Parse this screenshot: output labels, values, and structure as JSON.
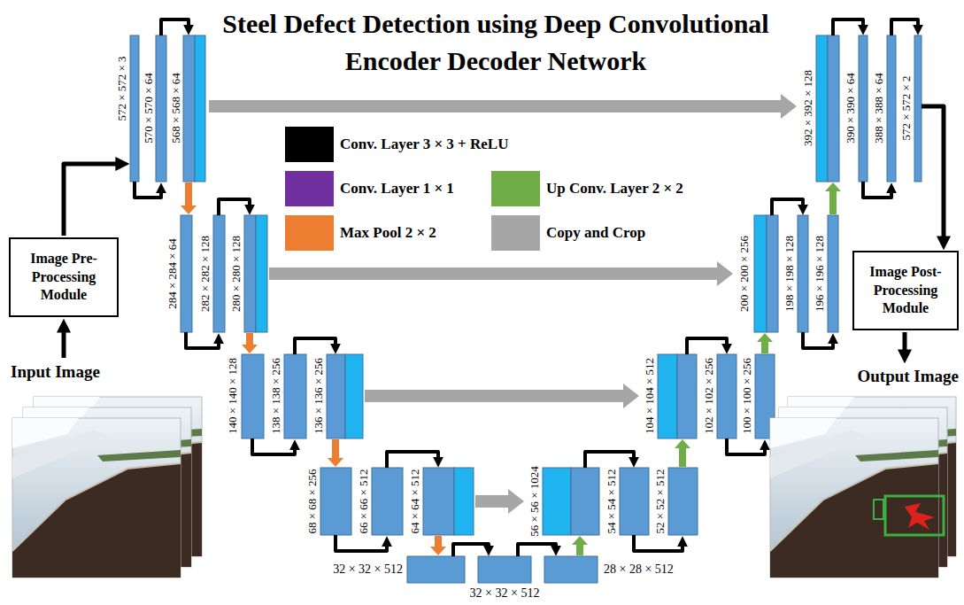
{
  "diagram": {
    "title": "Steel Defect Detection using Deep Convolutional Encoder Decoder Network",
    "nodes": [
      {
        "text": [
          "Image Pre-Processing Module"
        ]
      },
      {
        "text": [
          "Image Post-Processing Module"
        ]
      }
    ],
    "labels": [
      "Input Image",
      "572 × 572 × 3",
      "570 × 570 × 64",
      "568 × 568 × 64",
      "284 × 284 × 64",
      "282 × 282 × 128",
      "280 × 280 × 128",
      "140 × 140 × 128",
      "138 × 138 × 256",
      "136 × 136 × 256",
      "68 × 68 × 256",
      "66 × 66 × 512",
      "64 × 64 × 512",
      "32 × 32 × 512",
      "32 × 32 × 512",
      "28 × 28 × 512",
      "56 × 56 × 1024",
      "54 × 54 × 512",
      "52 × 52 × 512",
      "104 × 104 × 512",
      "102 × 102 × 256",
      "100 × 100 × 256",
      "200 × 200 × 256",
      "198 × 198 × 128",
      "196 × 196 × 128",
      "392 × 392 × 128",
      "390 × 390 × 64",
      "388 × 388 × 64",
      "572 × 572 × 2",
      "Output Image"
    ],
    "legend": [
      {
        "text": "Conv. Layer 3 × 3 + ReLU",
        "color": "#000000"
      },
      {
        "text": "Conv. Layer 1 × 1",
        "color": "#7030a0"
      },
      {
        "text": "Max Pool 2 × 2",
        "color": "#ed7d31"
      },
      {
        "text": "Up Conv. Layer 2 × 2",
        "color": "#70ad47"
      },
      {
        "text": "Copy and Crop",
        "color": "#a6a6a6"
      }
    ]
  }
}
